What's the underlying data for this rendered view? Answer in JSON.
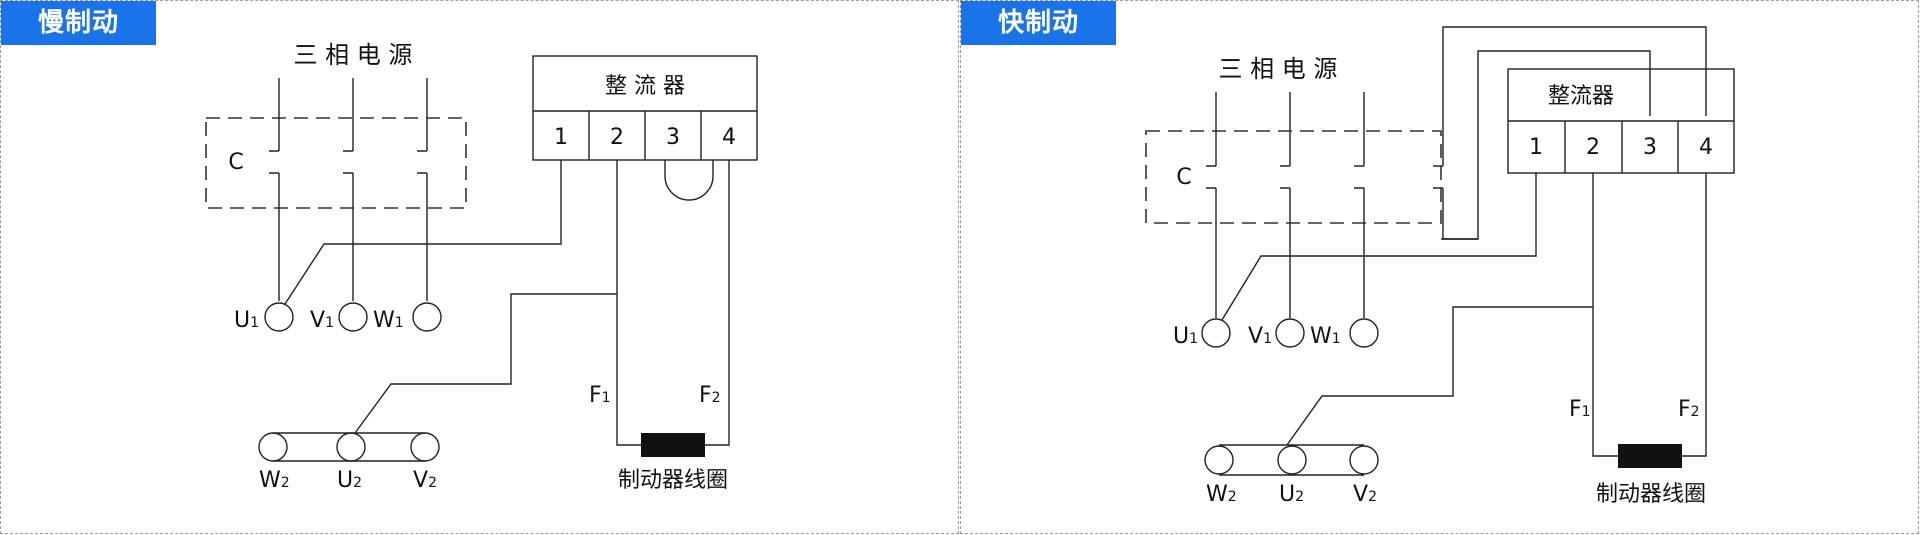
{
  "left": {
    "tag": "慢制动",
    "power_label": "三 相 电 源",
    "contactor_label": "C",
    "rectifier_title": "整 流 器",
    "terminals": [
      "1",
      "2",
      "3",
      "4"
    ],
    "u1": "U",
    "v1": "V",
    "w1": "W",
    "sub1": "1",
    "w2": "W",
    "u2": "U",
    "v2": "V",
    "sub2": "2",
    "f1": "F",
    "f2": "F",
    "f1_sub": "1",
    "f2_sub": "2",
    "coil_label": "制动器线圈"
  },
  "right": {
    "tag": "快制动",
    "power_label": "三 相 电 源",
    "contactor_label": "C",
    "rectifier_title": "整流器",
    "terminals": [
      "1",
      "2",
      "3",
      "4"
    ],
    "u1": "U",
    "v1": "V",
    "w1": "W",
    "sub1": "1",
    "w2": "W",
    "u2": "U",
    "v2": "V",
    "sub2": "2",
    "f1": "F",
    "f2": "F",
    "f1_sub": "1",
    "f2_sub": "2",
    "coil_label": "制动器线圈"
  }
}
